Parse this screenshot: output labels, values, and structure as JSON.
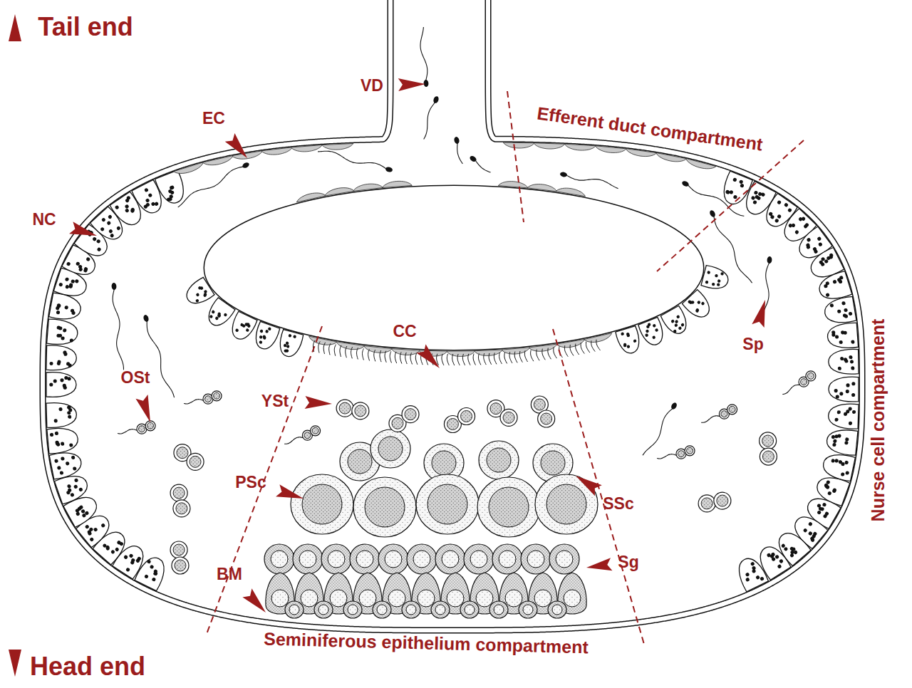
{
  "diagram": {
    "labels": [
      "Tail end",
      "VD",
      "EC",
      "Efferent duct compartment",
      "NC",
      "CC",
      "Sp",
      "OSt",
      "YSt",
      "Nurse cell compartment",
      "PSc",
      "SSc",
      "Sg",
      "BM",
      "Seminiferous epithelium compartment",
      "Head end"
    ]
  }
}
